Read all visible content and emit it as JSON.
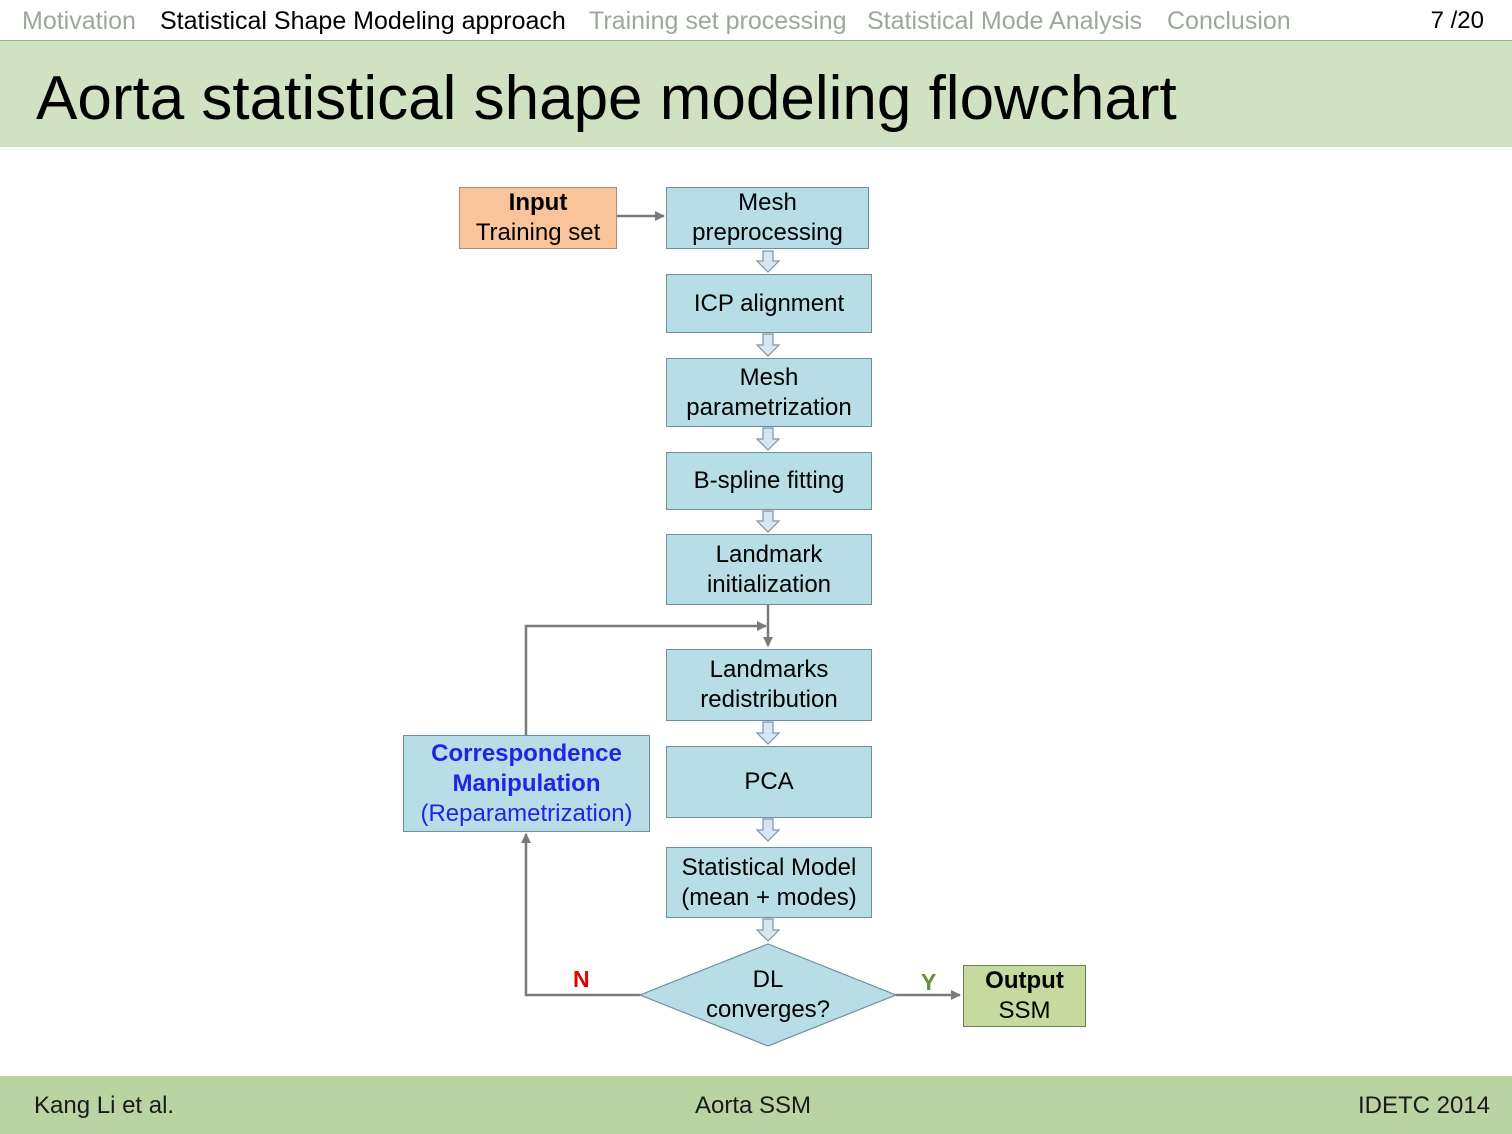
{
  "nav": {
    "items": [
      {
        "label": "Motivation",
        "active": false
      },
      {
        "label": "Statistical Shape Modeling approach",
        "active": true
      },
      {
        "label": "Training set processing",
        "active": false
      },
      {
        "label": "Statistical Mode Analysis",
        "active": false
      },
      {
        "label": "Conclusion",
        "active": false
      }
    ],
    "page": "7 /20"
  },
  "title": "Aorta statistical shape modeling flowchart",
  "flow": {
    "input": {
      "line1": "Input",
      "line2": "Training set"
    },
    "mesh_pre": {
      "line1": "Mesh",
      "line2": "preprocessing"
    },
    "icp": {
      "line1": "ICP alignment"
    },
    "mesh_param": {
      "line1": "Mesh",
      "line2": "parametrization"
    },
    "bspline": {
      "line1": "B-spline fitting"
    },
    "landmark_init": {
      "line1": "Landmark",
      "line2": "initialization"
    },
    "landmark_redist": {
      "line1": "Landmarks",
      "line2": "redistribution"
    },
    "pca": {
      "line1": "PCA"
    },
    "stat_model": {
      "line1": "Statistical Model",
      "line2": "(mean + modes)"
    },
    "decision": {
      "line1": "DL",
      "line2": "converges?"
    },
    "output": {
      "line1": "Output",
      "line2": "SSM"
    },
    "correspondence": {
      "line1": "Correspondence",
      "line2": "Manipulation",
      "line3": "(Reparametrization)"
    },
    "label_no": "N",
    "label_yes": "Y"
  },
  "footer": {
    "left": "Kang Li et al.",
    "center": "Aorta SSM",
    "right": "IDETC 2014"
  },
  "colors": {
    "nav_rule": "#8fbf7c",
    "title_bg": "#d1e2c2",
    "footer_bg": "#b9d3a3",
    "process_box": "#b7dde6",
    "input_box": "#f9c49a",
    "output_box": "#c6d99e",
    "no_label": "#e60000",
    "yes_label": "#6b8e3a",
    "correspondence_text": "#2323e6"
  }
}
